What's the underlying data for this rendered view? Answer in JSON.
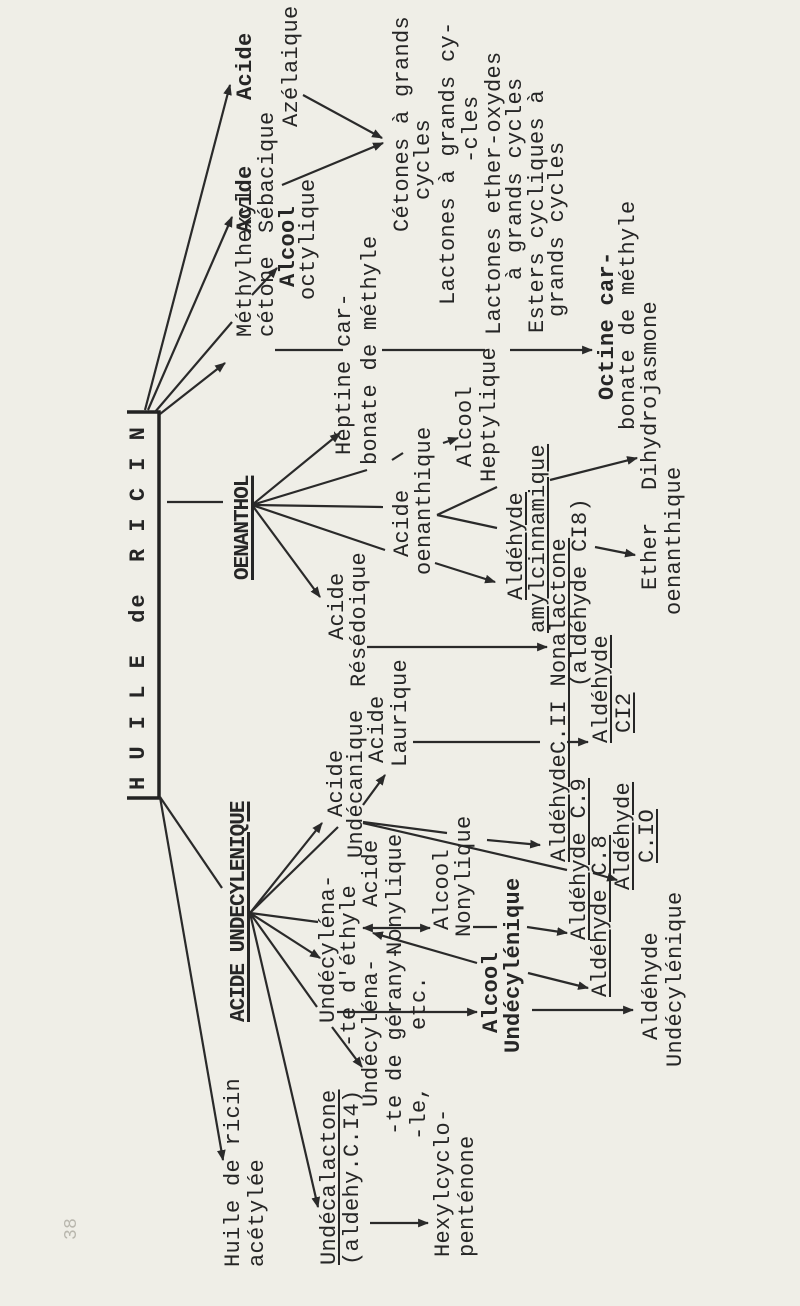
{
  "title": "H U I L E  de  R I C I N",
  "branches": {
    "oenanthol": "OENANTHOL",
    "acide_undecylenique": "ACIDE UNDECYLENIQUE"
  },
  "products": {
    "acide_azelaique": [
      "Acide",
      "Azélaique"
    ],
    "acide_sebacique": [
      "Acide",
      "Sébacique"
    ],
    "methylhexyl_cetone": [
      "Méthylhexyl",
      "cétone"
    ],
    "alcool_octylique": [
      "Alcool",
      "octylique"
    ],
    "cetones_grands_cycles": [
      "Cétones à grands",
      "cycles"
    ],
    "lactones_grands_cycles": [
      "Lactones à grands cy-",
      "-cles"
    ],
    "lactones_ether_oxydes": [
      "Lactones ether-oxydes",
      "à grands cycles"
    ],
    "esters_cycliques": [
      "Esters cycliques à",
      "grands cycles"
    ],
    "heptine_carbonate": [
      "Héptine car-",
      "bonate de méthyle"
    ],
    "alcool_heptylique": [
      "Alcool",
      "Heptylique"
    ],
    "acide_oenanthique": [
      "Acide",
      "oenanthique"
    ],
    "acide_resedoique": [
      "Acide",
      "Résédoique"
    ],
    "aldehyde_amylcinnamique": [
      "Aldéhyde",
      "amylcinnamique"
    ],
    "nonalactone": [
      "AldéhydeC.II Nonalactone",
      "(aldéhyde CI8)"
    ],
    "aldehyde_c12": [
      "Aldéhyde",
      "CI2"
    ],
    "octine_carbonate": [
      "Octine car-",
      "bonate de méthyle"
    ],
    "ether_oenanthique": [
      "Ether",
      "oenanthique"
    ],
    "dihydrojasmone": "Dihydrojasmone",
    "acide_undecanique": [
      "Acide",
      "Undécanique"
    ],
    "acide_laurique": [
      "Acide",
      "Laurique"
    ],
    "undecylenate_ethyle": [
      "Undécyléna-",
      "-te d'éthyle"
    ],
    "undecylenate_geranyle": [
      "Undécyléna-",
      "-te de gérany-",
      "-le,",
      "etc."
    ],
    "acide_nonylique": [
      "Acide",
      "Nonylique"
    ],
    "alcool_nonylique": [
      "Alcool",
      "Nonylique"
    ],
    "alcool_undecylenique": [
      "Alcool",
      "Undécylénique"
    ],
    "aldehyde_c9": "Aldéhyde C.9",
    "aldehyde_c8": "Aldéhyde C.8",
    "aldehyde_c10": [
      "Aldéhyde",
      "C.IO"
    ],
    "aldehyde_undecylenique": [
      "Aldéhyde",
      "Undécylénique"
    ],
    "huile_ricin_acetylee": [
      "Huile de ricin",
      "acétylée"
    ],
    "undecalactone": [
      "Undécalactone",
      "(aldehy.C.I4)"
    ],
    "hexylcyclopentenone": [
      "Hexylcyclo-",
      "penténone"
    ]
  },
  "page_number": "38",
  "colors": {
    "ink": "#262626",
    "paper": "#efeee7"
  }
}
